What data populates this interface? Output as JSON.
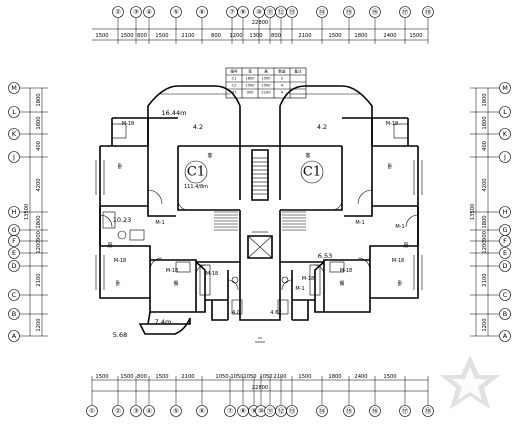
{
  "axes_top": [
    "②",
    "③",
    "④",
    "⑤",
    "⑥",
    "⑦",
    "⑧",
    "⑩",
    "⑪",
    "⑫",
    "⑬",
    "⑭",
    "⑮",
    "⑯",
    "⑰",
    "⑱"
  ],
  "axes_bottom": [
    "①",
    "②",
    "③",
    "④",
    "⑤",
    "⑥",
    "⑦",
    "⑧",
    "⑨",
    "⑩",
    "⑪",
    "⑫",
    "⑬",
    "⑭",
    "⑮",
    "⑯",
    "⑰",
    "⑱"
  ],
  "axes_rows": [
    "M",
    "L",
    "K",
    "J",
    "H",
    "G",
    "F",
    "E",
    "D",
    "C",
    "B",
    "A"
  ],
  "top_dims": [
    "1500",
    "1500",
    "800",
    "1500",
    "2100",
    "800",
    "1200",
    "1300",
    "800",
    "2100",
    "1500",
    "1800",
    "2400",
    "1500"
  ],
  "top_total": "22800",
  "bottom_dims": [
    "1500",
    "1500",
    "800",
    "1500",
    "2100",
    "1050",
    "1050",
    "1050",
    "1050",
    "2100",
    "1500",
    "1800",
    "2400",
    "1500"
  ],
  "bottom_total": "22800",
  "left_dims": [
    "1800",
    "1800",
    "400",
    "4200",
    "1800",
    "900",
    "1200",
    "2100",
    "1200"
  ],
  "left_total": "13500",
  "right_dims": [
    "1800",
    "1800",
    "400",
    "4200",
    "1800",
    "900",
    "1200",
    "2100",
    "1200"
  ],
  "right_total": "13500",
  "unit_labels": {
    "left": "C1",
    "right": "C1"
  },
  "areas": {
    "left_unit": "111.4/8m",
    "left_balcony_top": "16.44m",
    "left_balcony_top_b": "4.2",
    "right_balcony_top": "4.2",
    "left_kitchen": "10.23",
    "stair_area": "6.53",
    "left_balcony_bottom": "7.4m",
    "left_balcony_bottom_b": "5.68",
    "right_bath": "4.62",
    "left_bath": "4.0"
  },
  "window_tags": {
    "lt": "M-18",
    "rt": "M-18",
    "lk": "M-1",
    "rk": "M-1",
    "lb1": "M-18",
    "lb2": "M-18",
    "lb3": "M-18",
    "rb1": "M-18",
    "rb2": "M-18",
    "rb3": "M-18",
    "rm": "M-1",
    "rd": "M-1"
  },
  "room_tags": {
    "lb": "卧",
    "rb": "卧",
    "ll": "客",
    "rl": "客",
    "lk": "厨",
    "rk": "厨",
    "ld": "卧",
    "rd": "卧",
    "lf": "餐",
    "rf": "餐"
  },
  "schedule_headers": [
    "编号",
    "宽",
    "高",
    "数量",
    "备注"
  ],
  "schedule_rows": [
    [
      "C1",
      "1800",
      "1500",
      "2",
      ""
    ],
    [
      "C2",
      "1500",
      "1500",
      "4",
      ""
    ],
    [
      "M1",
      "900",
      "2100",
      "4",
      ""
    ]
  ]
}
